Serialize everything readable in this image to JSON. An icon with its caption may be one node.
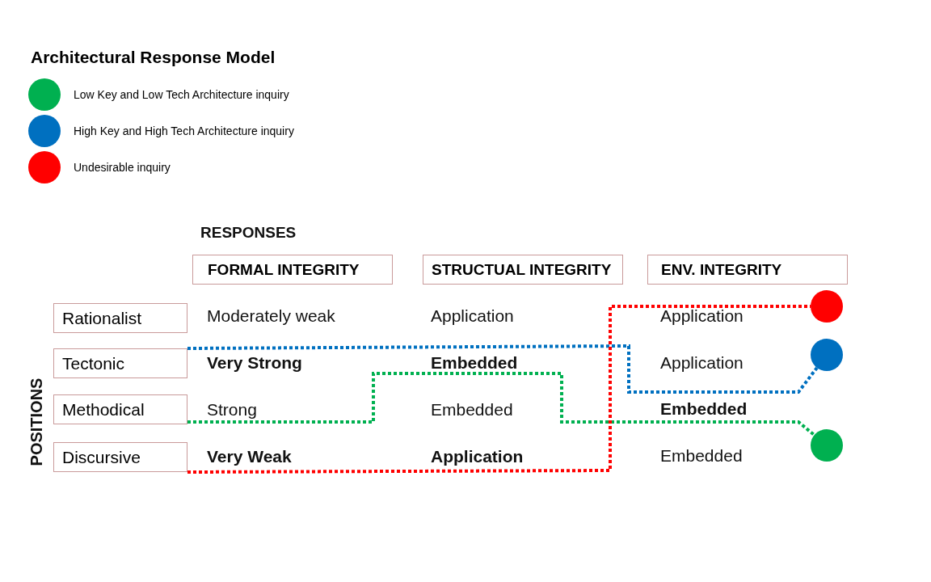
{
  "diagram": {
    "title": "Architectural Response Model",
    "nodes": [
      {
        "text": [
          "FORMAL INTEGRITY"
        ]
      },
      {
        "text": [
          "STRUCTUAL INTEGRITY"
        ]
      },
      {
        "text": [
          "ENV. INTEGRITY"
        ]
      },
      {
        "text": [
          "Rationalist"
        ]
      },
      {
        "text": [
          "Tectonic"
        ]
      },
      {
        "text": [
          "Methodical"
        ]
      },
      {
        "text": [
          "Discursive"
        ]
      },
      {
        "text": [],
        "shape": "circle"
      },
      {
        "text": [],
        "shape": "circle"
      },
      {
        "text": [],
        "shape": "circle"
      }
    ],
    "edges": [
      {
        "from": 4,
        "to": 8,
        "arrow": "none",
        "style": "dashed",
        "color": "#0070c0"
      },
      {
        "from": 5,
        "to": 9,
        "arrow": "none",
        "style": "dashed",
        "color": "#00b050"
      },
      {
        "from": 6,
        "to": 7,
        "arrow": "none",
        "style": "dashed",
        "color": "#ff0000"
      }
    ],
    "labels": [
      "RESPONSES",
      "POSITIONS",
      "Moderately weak",
      "Application",
      "Application",
      "Very Strong",
      "Embedded",
      "Application",
      "Strong",
      "Embedded",
      "Embedded",
      "Very Weak",
      "Application",
      "Embedded"
    ],
    "legend": [
      {
        "text": "Low Key and Low Tech Architecture inquiry",
        "color": "#00b050"
      },
      {
        "text": "High Key and High Tech Architecture inquiry",
        "color": "#0070c0"
      },
      {
        "text": "Undesirable inquiry",
        "color": "#ff0000"
      }
    ]
  }
}
